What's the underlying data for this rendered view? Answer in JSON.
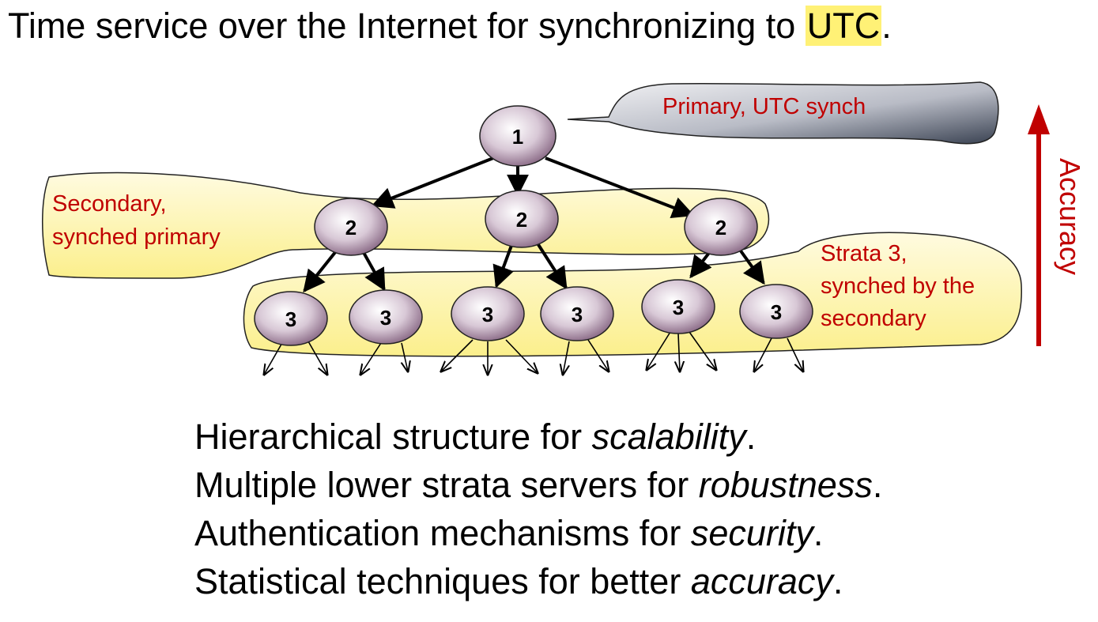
{
  "title": {
    "before": "Time service over the Internet for synchronizing to ",
    "highlight": "UTC",
    "after": "."
  },
  "diagram": {
    "callout_primary": "Primary, UTC synch",
    "secondary_line1": "Secondary,",
    "secondary_line2": "synched primary",
    "strata_line1": "Strata 3,",
    "strata_line2": "synched by the",
    "strata_line3": "secondary",
    "accuracy": "Accuracy",
    "node_stratum1": "1",
    "node_stratum2": "2",
    "node_stratum3": "3"
  },
  "bullets": [
    {
      "text": "Hierarchical structure for ",
      "emph": "scalability",
      "end": "."
    },
    {
      "text": "Multiple lower strata servers for ",
      "emph": "robustness",
      "end": "."
    },
    {
      "text": "Authentication mechanisms for ",
      "emph": "security",
      "end": "."
    },
    {
      "text": "Statistical techniques for better ",
      "emph": "accuracy",
      "end": "."
    }
  ],
  "colors": {
    "note_red": "#c00000",
    "highlight_yellow": "#fff176",
    "band_yellow": "#fdf6a8"
  }
}
